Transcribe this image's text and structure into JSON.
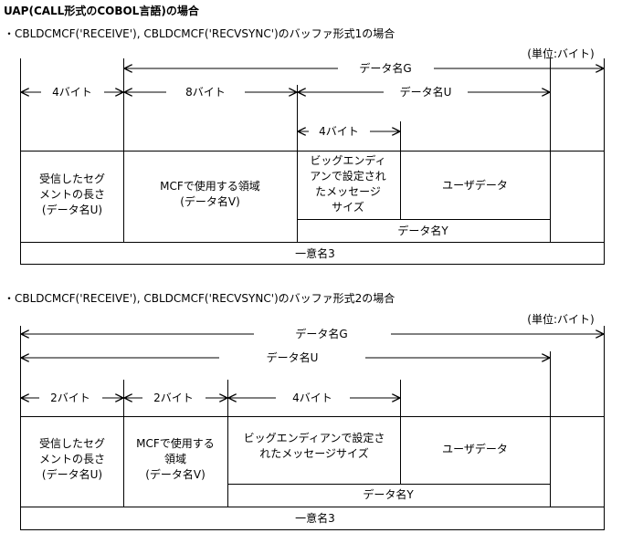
{
  "title": "UAP(CALL形式のCOBOL言語)の場合",
  "diagrams": [
    {
      "caption": "・CBLDCMCF('RECEIVE'), CBLDCMCF('RECVSYNC')のバッファ形式1の場合",
      "unit": "(単位:バイト)",
      "data_g": "データ名G",
      "data_u": "データ名U",
      "bytes_a": "4バイト",
      "bytes_b": "8バイト",
      "bytes_c": "4バイト",
      "field_length": [
        "受信したセグ",
        "メントの長さ",
        "(データ名U)"
      ],
      "field_mcf": [
        "MCFで使用する領域",
        "(データ名V)"
      ],
      "field_size": [
        "ビッグエンディ",
        "アンで設定され",
        "たメッセージ",
        "サイズ"
      ],
      "field_user": "ユーザデータ",
      "data_y": "データ名Y",
      "unique_name": "一意名3"
    },
    {
      "caption": "・CBLDCMCF('RECEIVE'), CBLDCMCF('RECVSYNC')のバッファ形式2の場合",
      "unit": "(単位:バイト)",
      "data_g": "データ名G",
      "data_u": "データ名U",
      "bytes_a": "2バイト",
      "bytes_b": "2バイト",
      "bytes_c": "4バイト",
      "field_length": [
        "受信したセグ",
        "メントの長さ",
        "(データ名U)"
      ],
      "field_mcf": [
        "MCFで使用する",
        "領域",
        "(データ名V)"
      ],
      "field_size": [
        "ビッグエンディアンで設定さ",
        "れたメッセージサイズ"
      ],
      "field_user": "ユーザデータ",
      "data_y": "データ名Y",
      "unique_name": "一意名3"
    }
  ]
}
